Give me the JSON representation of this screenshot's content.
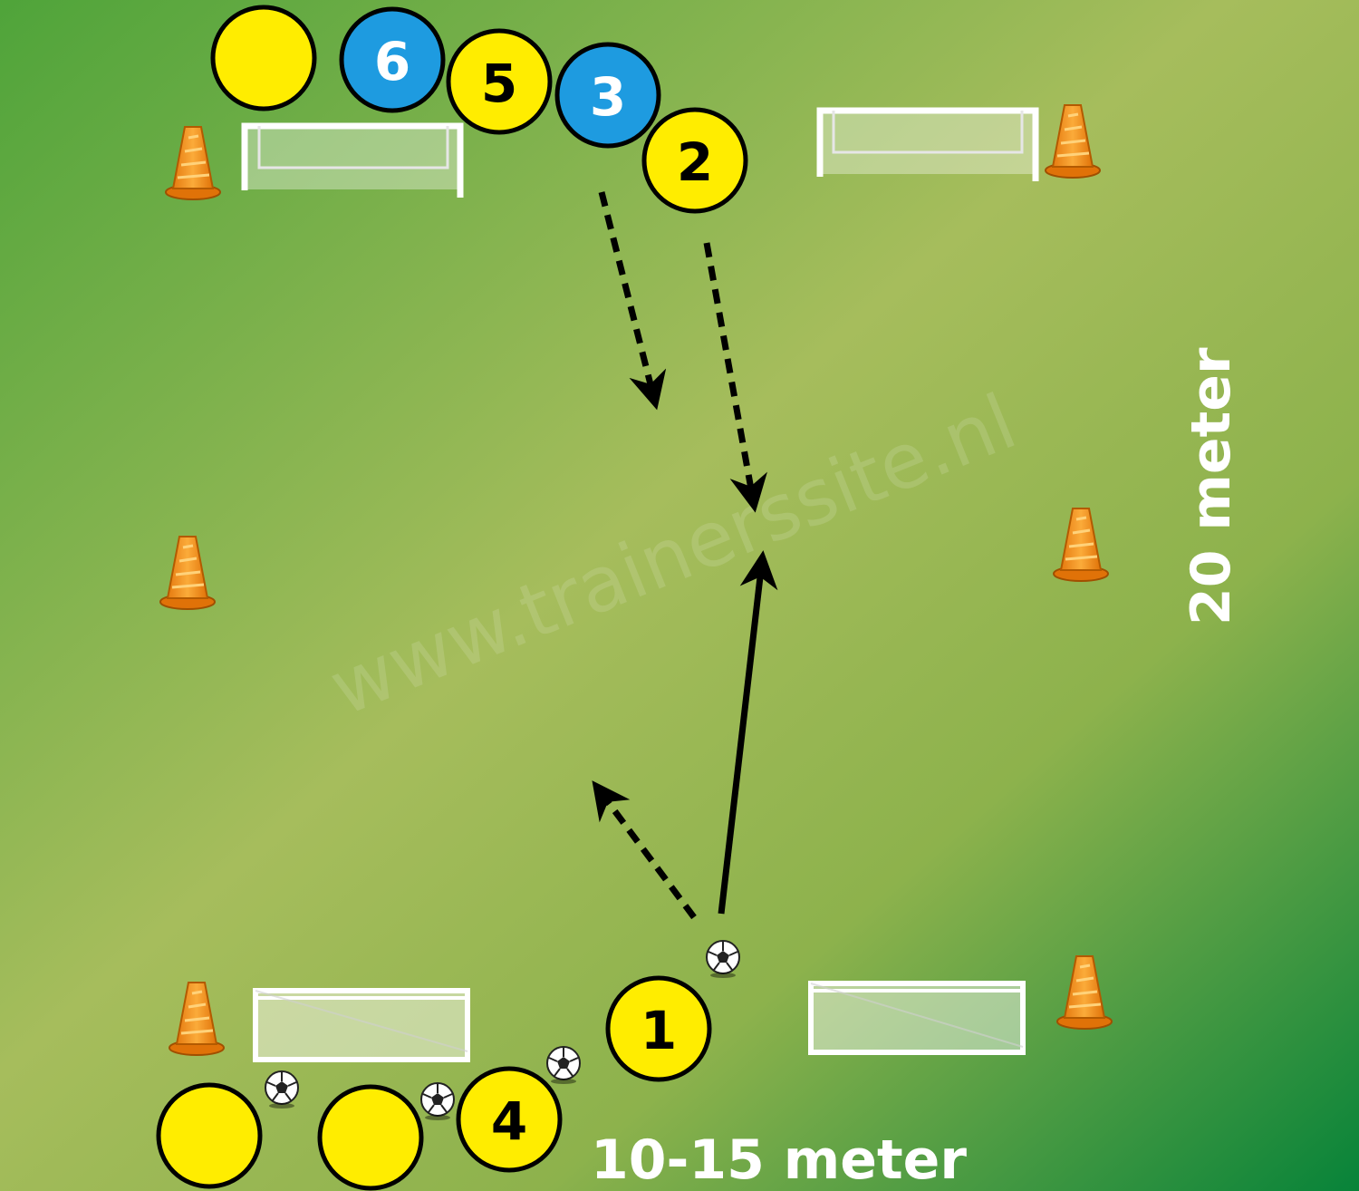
{
  "watermark": "www.trainerssite.nl",
  "dimensions": {
    "length_label": "20 meter",
    "width_label": "10-15 meter"
  },
  "players": [
    {
      "id": "p-top-blank",
      "label": "",
      "team": "yellow"
    },
    {
      "id": "p6",
      "label": "6",
      "team": "blue"
    },
    {
      "id": "p5",
      "label": "5",
      "team": "yellow"
    },
    {
      "id": "p3",
      "label": "3",
      "team": "blue"
    },
    {
      "id": "p2",
      "label": "2",
      "team": "yellow"
    },
    {
      "id": "p1",
      "label": "1",
      "team": "yellow"
    },
    {
      "id": "p4",
      "label": "4",
      "team": "yellow"
    },
    {
      "id": "p-bottom-blank-left",
      "label": "",
      "team": "yellow"
    },
    {
      "id": "p-bottom-blank-mid",
      "label": "",
      "team": "yellow"
    }
  ],
  "colors": {
    "field_light": "#a8bf5c",
    "field_dark": "#0a8a3a",
    "yellow_player": "#ffed00",
    "blue_player": "#1e9be0",
    "cone": "#f7941d",
    "arrow": "#000000"
  }
}
